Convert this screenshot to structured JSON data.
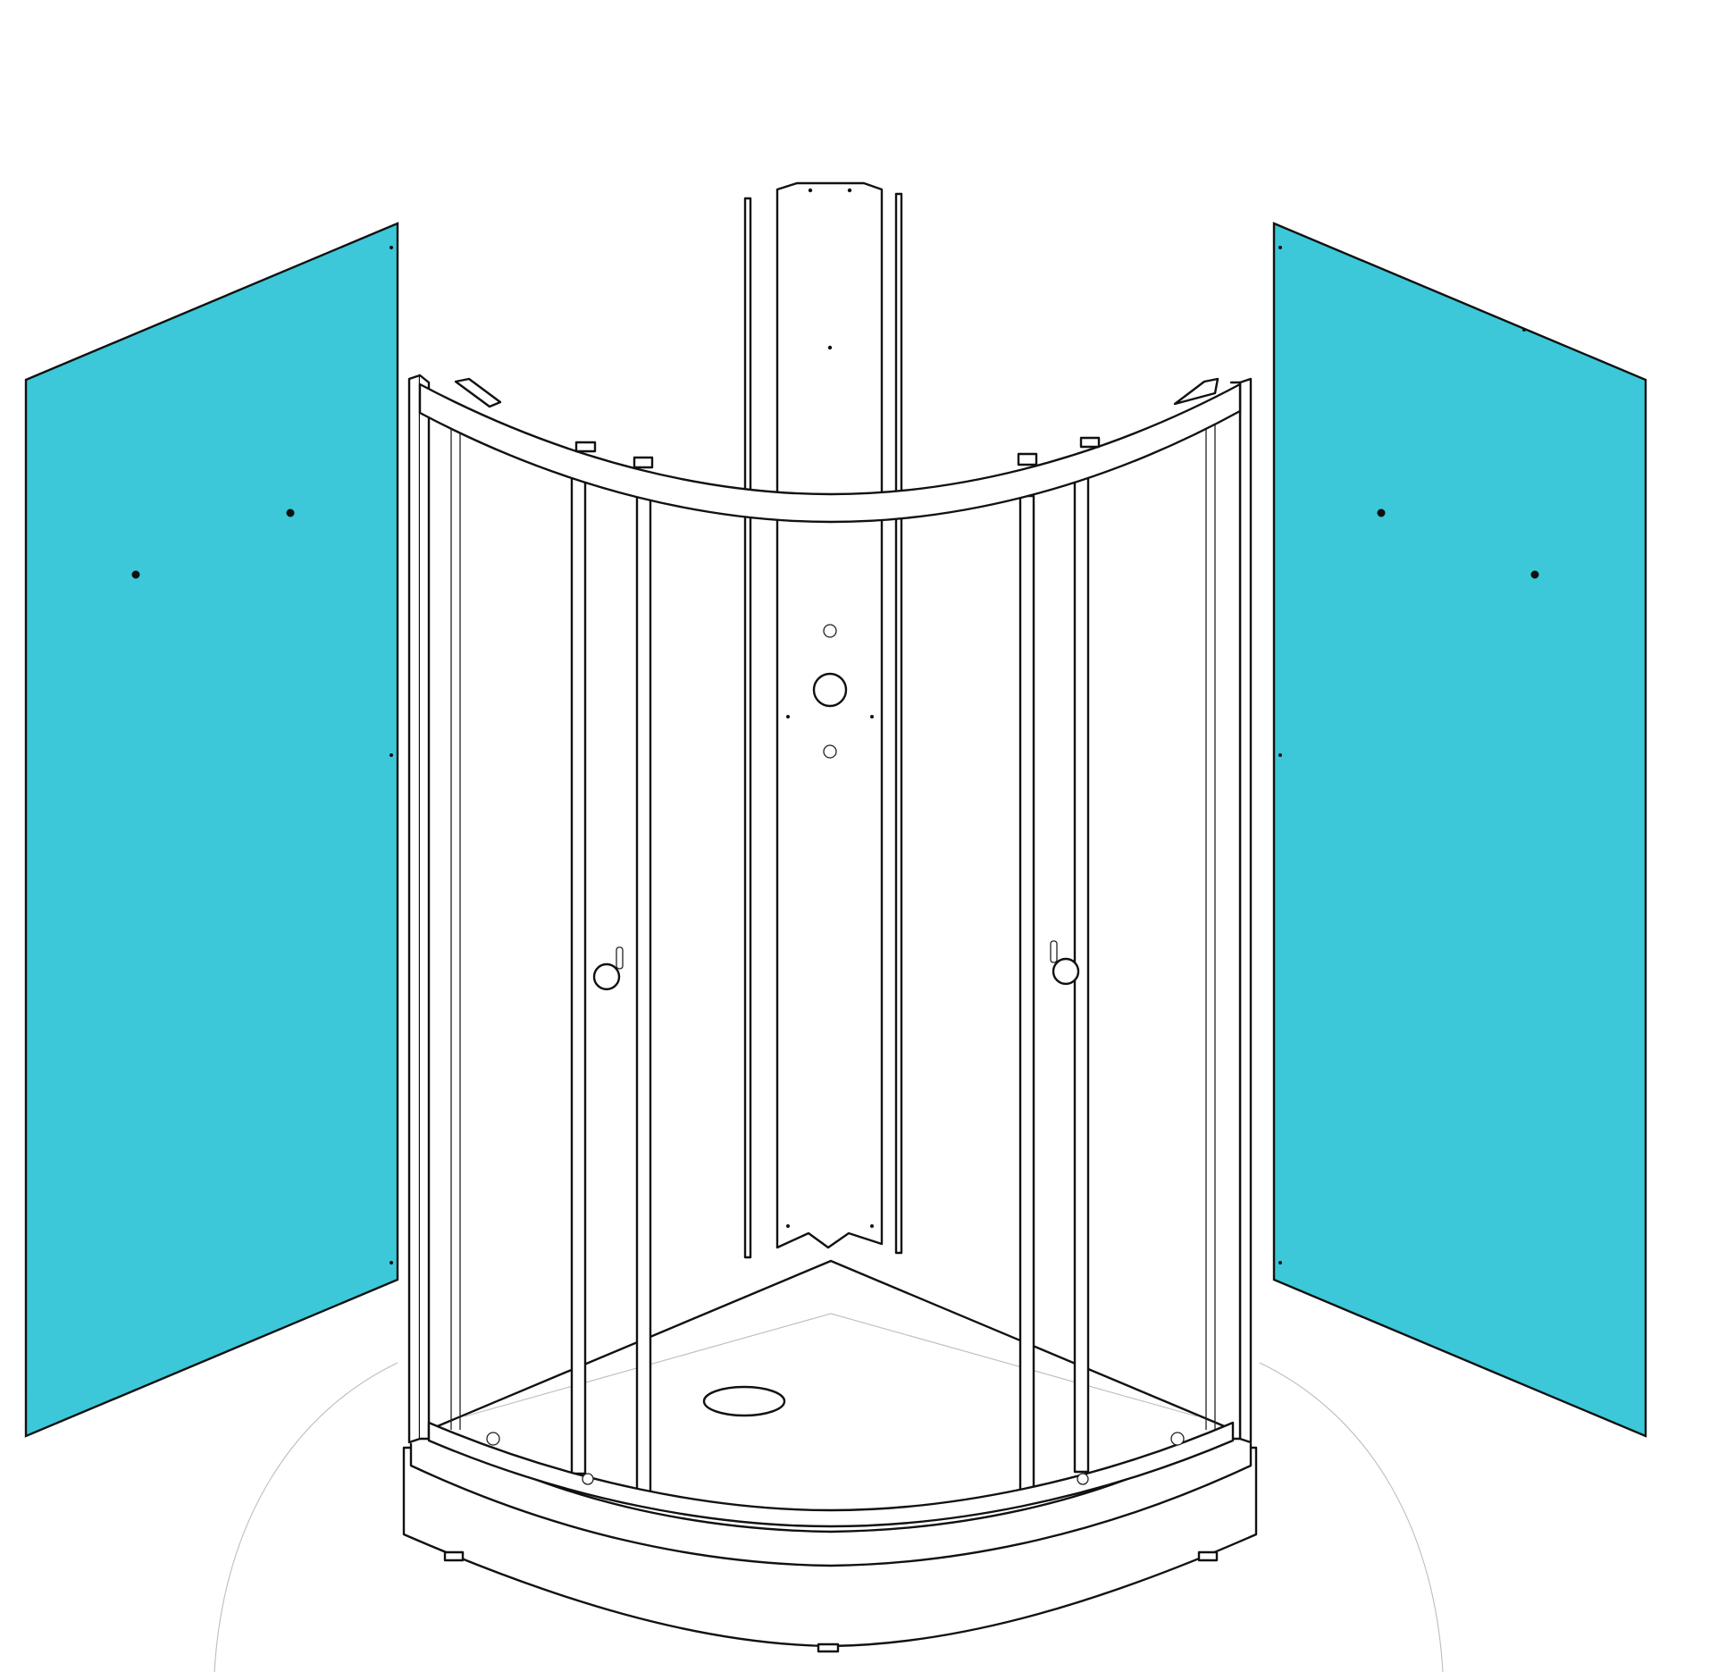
{
  "colors": {
    "panel_fill": "#3CC8D8",
    "line": "#111111",
    "background": "#FFFFFF",
    "faint": "#BDBDBD"
  },
  "parts": {
    "left_wall_panel": "highlighted",
    "right_wall_panel": "highlighted",
    "back_column": "outline",
    "sliding_doors": "outline",
    "shower_tray": "outline"
  },
  "icons": {
    "door_handle_left": "knob-icon",
    "door_handle_right": "knob-icon",
    "drain": "drain-icon"
  }
}
